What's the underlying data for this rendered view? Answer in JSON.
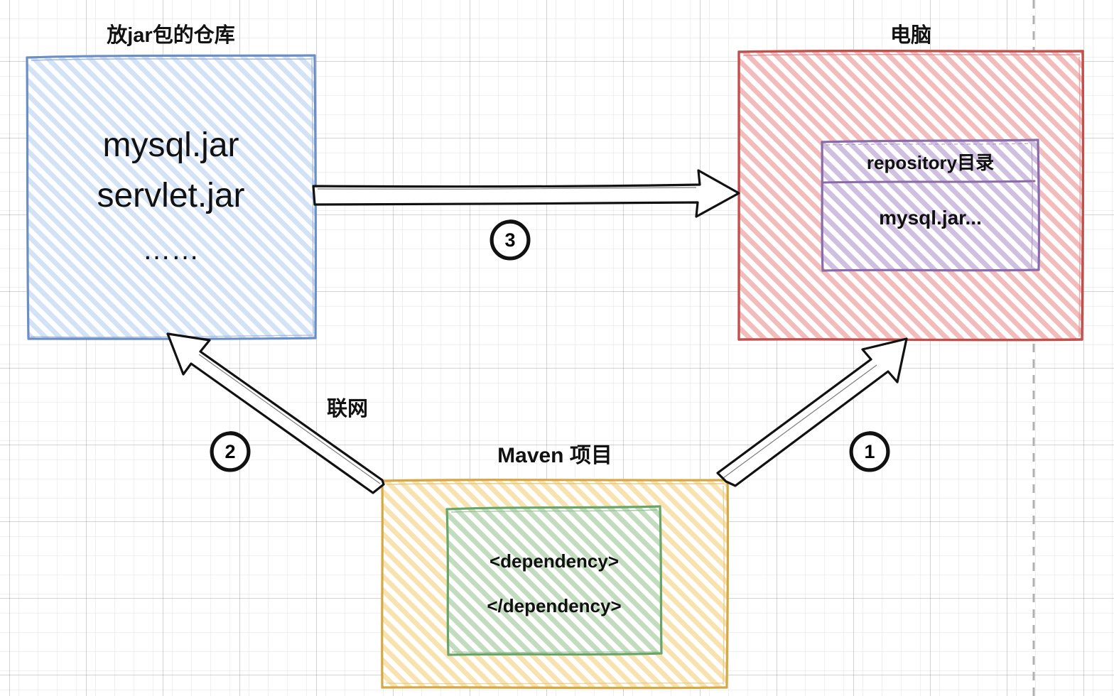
{
  "diagram": {
    "title_repo": "放jar包的仓库",
    "title_computer": "电脑",
    "title_maven": "Maven 项目",
    "label_network": "联网"
  },
  "repo_box": {
    "name": "放jar包的仓库",
    "lines": [
      "mysql.jar",
      "servlet.jar",
      "……"
    ],
    "border_color": "#6b8fc4",
    "hatch_color": "#c6d9f0"
  },
  "computer_box": {
    "name": "电脑",
    "border_color": "#c0504d",
    "hatch_color": "#f0b4b4",
    "repository": {
      "header": "repository目录",
      "content": "mysql.jar...",
      "border_color": "#8a6ba8",
      "hatch_color": "#cdbfe0"
    }
  },
  "maven_box": {
    "name": "Maven 项目",
    "border_color": "#d4a843",
    "hatch_color": "#f5dca8",
    "dependency": {
      "open_tag": "<dependency>",
      "close_tag": "</dependency>",
      "border_color": "#6aa567",
      "hatch_color": "#bcd9bb"
    }
  },
  "steps": [
    {
      "number": "1",
      "label": ""
    },
    {
      "number": "2",
      "label": "联网"
    },
    {
      "number": "3",
      "label": ""
    }
  ],
  "arrows": [
    {
      "name": "arrow-maven-to-computer",
      "step": "1"
    },
    {
      "name": "arrow-maven-to-repo",
      "step": "2"
    },
    {
      "name": "arrow-repo-to-computer",
      "step": "3"
    }
  ]
}
